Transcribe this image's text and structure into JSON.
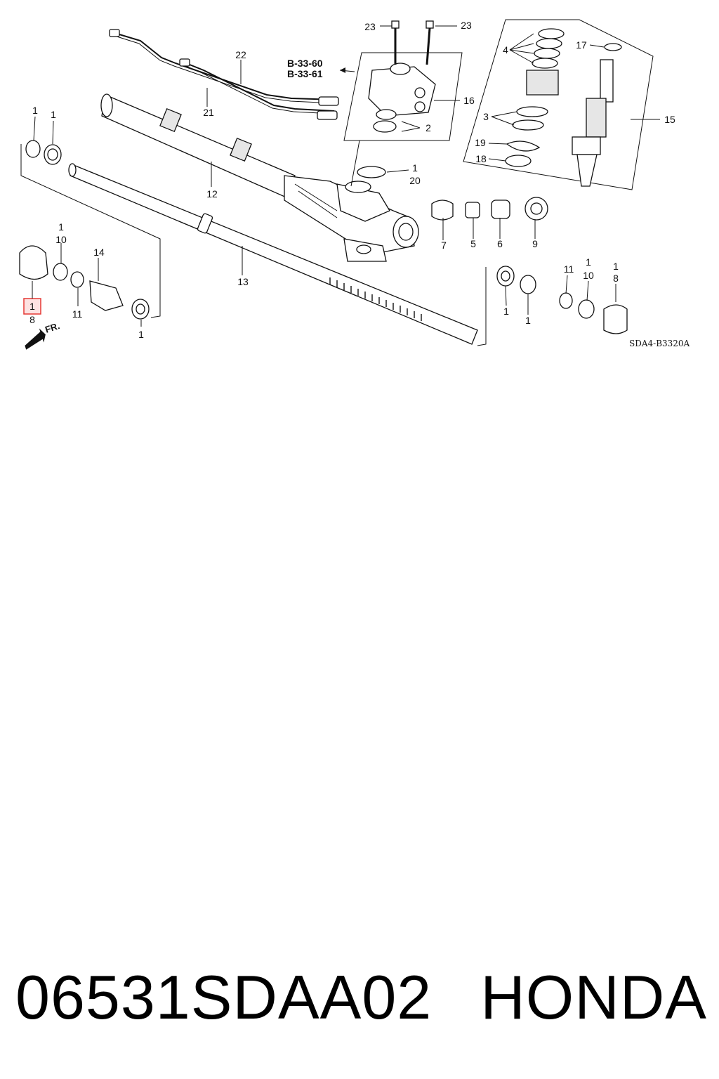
{
  "callouts": {
    "c1a": "1",
    "c1b": "1",
    "c8_hl": "1",
    "c8_lbl": "8",
    "c10a_top": "1",
    "c10a": "10",
    "c11a": "11",
    "c14": "14",
    "c1c": "1",
    "c12": "12",
    "c13": "13",
    "c21": "21",
    "c22": "22",
    "c23a": "23",
    "c23b": "23",
    "c16": "16",
    "c2": "2",
    "c20_top": "1",
    "c20": "20",
    "c7": "7",
    "c5": "5",
    "c6": "6",
    "c9": "9",
    "c4": "4",
    "c17": "17",
    "c3": "3",
    "c19": "19",
    "c18": "18",
    "c15": "15",
    "c1d": "1",
    "c1e": "1",
    "c11b": "11",
    "c10b_top": "1",
    "c10b": "10",
    "c8b_top": "1",
    "c8b": "8"
  },
  "refs": {
    "ref1": "B-33-60",
    "ref2": "B-33-61"
  },
  "direction_label": "FR.",
  "diagram_code": "SDA4-B3320A",
  "highlight_color": "#e53935",
  "footer": {
    "part_number": "06531SDAA02",
    "brand": "HONDA"
  }
}
